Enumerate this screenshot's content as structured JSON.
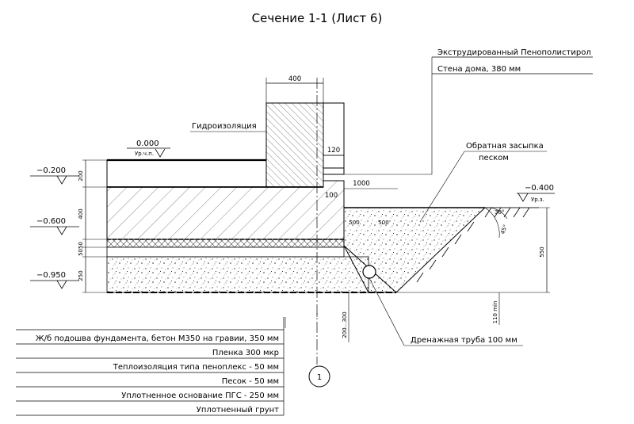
{
  "title": "Сечение 1-1 (Лист 6)",
  "callouts": {
    "top_right": [
      "Экструдированный Пенополистирол",
      "Стена дома, 380 мм"
    ],
    "waterproofing": "Гидроизоляция",
    "backfill": [
      "Обратная засыпка",
      "песком"
    ],
    "drain_pipe": "Дренажная труба 100 мм"
  },
  "levels": {
    "zero": "0.000",
    "floor_level": "Ур.ч.п.",
    "l1": "−0.200",
    "l2": "−0.600",
    "l3": "−0.950",
    "ground": "−0.400",
    "ground_level": "Ур.з."
  },
  "dims": {
    "wall": "400",
    "insul": "120",
    "d100": "100",
    "d1000": "1000",
    "d500a": "500",
    "d500b": "500",
    "h200": "200",
    "h400": "400",
    "h5050": "5050",
    "h250": "250",
    "h550": "550",
    "h110": "110 min",
    "h200_300": "200...300",
    "angle30": "30°",
    "angle45": "45°"
  },
  "legend": [
    "Ж/б подошва фундамента, бетон М350 на гравии, 350 мм",
    "Пленка 300 мкр",
    "Теплоизоляция типа пеноплекс - 50 мм",
    "Песок - 50 мм",
    "Уплотненное основание ПГС - 250 мм",
    "Уплотненный грунт"
  ],
  "axis_mark": "1"
}
